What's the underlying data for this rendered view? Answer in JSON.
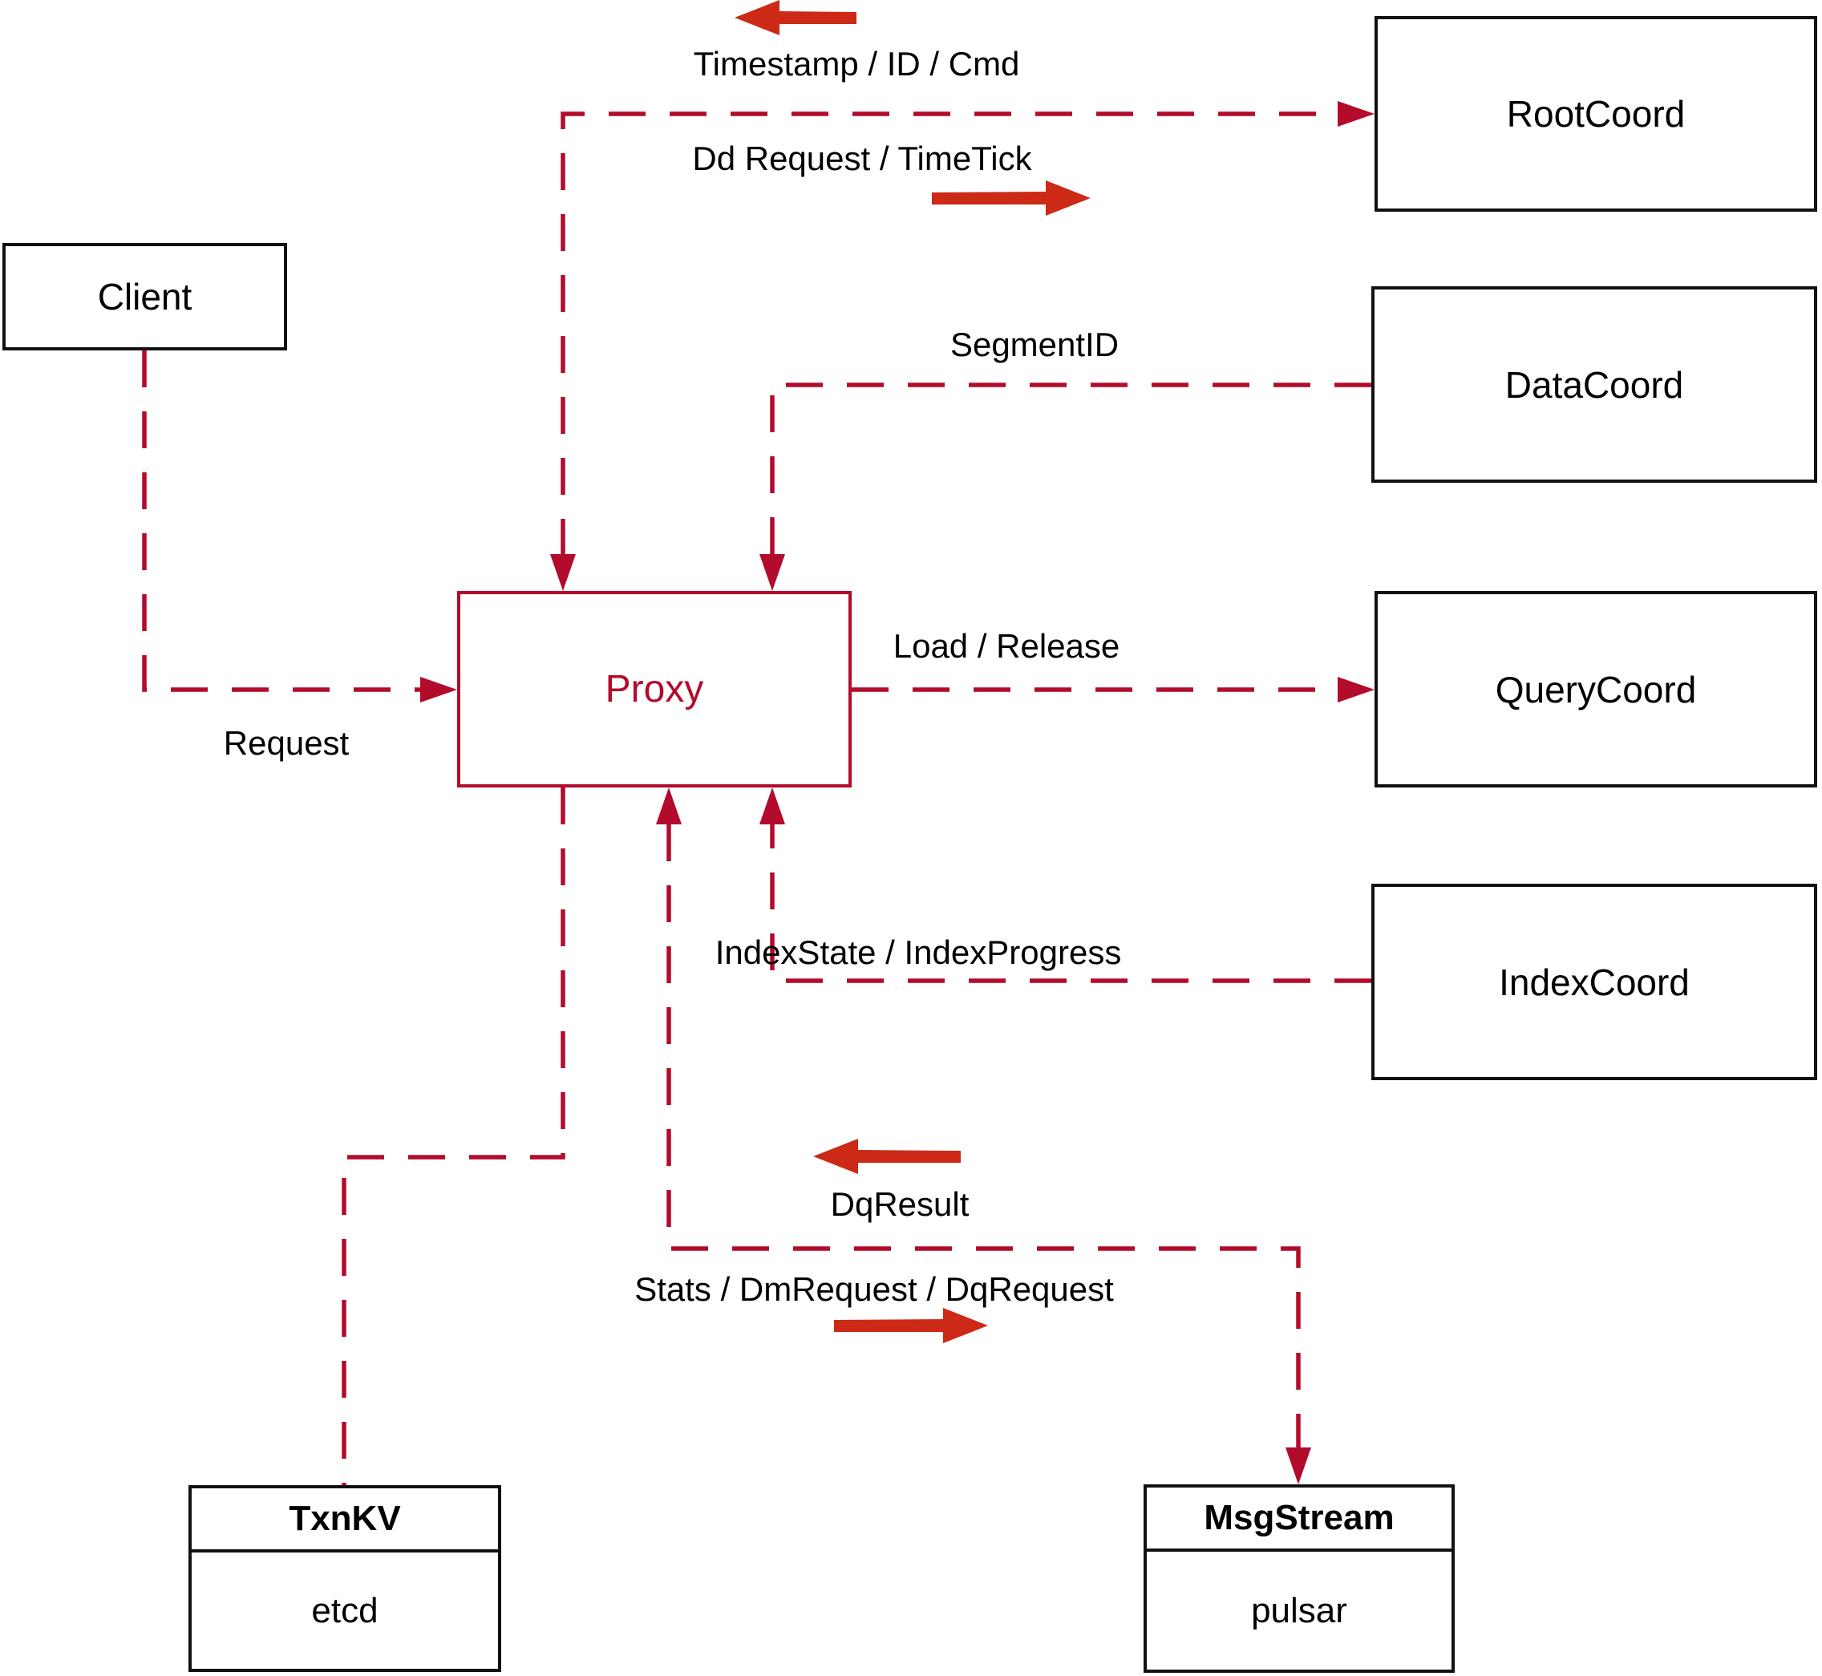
{
  "diagram": {
    "nodes": {
      "client": {
        "label": "Client"
      },
      "proxy": {
        "label": "Proxy"
      },
      "root_coord": {
        "label": "RootCoord"
      },
      "data_coord": {
        "label": "DataCoord"
      },
      "query_coord": {
        "label": "QueryCoord"
      },
      "index_coord": {
        "label": "IndexCoord"
      },
      "txn_kv": {
        "title": "TxnKV",
        "subtitle": "etcd"
      },
      "msg_stream": {
        "title": "MsgStream",
        "subtitle": "pulsar"
      }
    },
    "edge_labels": {
      "timestamp": "Timestamp / ID / Cmd",
      "dd_request": "Dd Request / TimeTick",
      "segment_id": "SegmentID",
      "request": "Request",
      "load_release": "Load / Release",
      "index_state": "IndexState / IndexProgress",
      "dq_result": "DqResult",
      "stats": "Stats / DmRequest / DqRequest"
    },
    "icons": {
      "return_flow": "arrow-left",
      "send_flow": "arrow-right"
    },
    "colors": {
      "line_red": "#B20B2C",
      "arrow_red": "#CC2A16",
      "box_black": "#111111",
      "text_black": "#000000"
    }
  }
}
